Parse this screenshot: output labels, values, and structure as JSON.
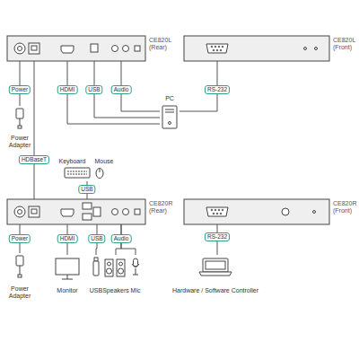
{
  "diagram": {
    "nodes": [
      {
        "text": [
          "CE820L (Rear)"
        ]
      },
      {
        "text": [
          "CE820L (Front)"
        ]
      },
      {
        "text": [
          "Power Adapter"
        ]
      },
      {
        "text": [
          "PC"
        ]
      },
      {
        "text": [
          "Keyboard",
          "Mouse"
        ]
      },
      {
        "text": [
          "CE820R (Rear)"
        ]
      },
      {
        "text": [
          "CE820R (Front)"
        ]
      },
      {
        "text": [
          "Power Adapter"
        ]
      },
      {
        "text": [
          "Monitor"
        ]
      },
      {
        "text": [
          "USB"
        ]
      },
      {
        "text": [
          "Speakers"
        ]
      },
      {
        "text": [
          "Mic"
        ]
      },
      {
        "text": [
          "Hardware / Software Controller"
        ]
      }
    ],
    "edges": [
      {
        "from": 0,
        "to": 2,
        "label": "Power",
        "arrow": "none"
      },
      {
        "from": 0,
        "to": 3,
        "label": "HDMI",
        "arrow": "none"
      },
      {
        "from": 0,
        "to": 3,
        "label": "USB",
        "arrow": "none"
      },
      {
        "from": 0,
        "to": 3,
        "label": "Audio",
        "arrow": "none"
      },
      {
        "from": 1,
        "to": 3,
        "label": "RS-232",
        "arrow": "none"
      },
      {
        "from": 0,
        "to": 5,
        "label": "HDBaseT",
        "arrow": "none"
      },
      {
        "from": 4,
        "to": 5,
        "label": "USB",
        "arrow": "none"
      },
      {
        "from": 5,
        "to": 7,
        "label": "Power",
        "arrow": "none"
      },
      {
        "from": 5,
        "to": 8,
        "label": "HDMI",
        "arrow": "none"
      },
      {
        "from": 5,
        "to": 9,
        "label": "USB",
        "arrow": "none"
      },
      {
        "from": 5,
        "to": 10,
        "label": "Audio",
        "arrow": "none"
      },
      {
        "from": 5,
        "to": 11,
        "arrow": "none"
      },
      {
        "from": 6,
        "to": 12,
        "label": "RS-232",
        "arrow": "none"
      }
    ]
  }
}
